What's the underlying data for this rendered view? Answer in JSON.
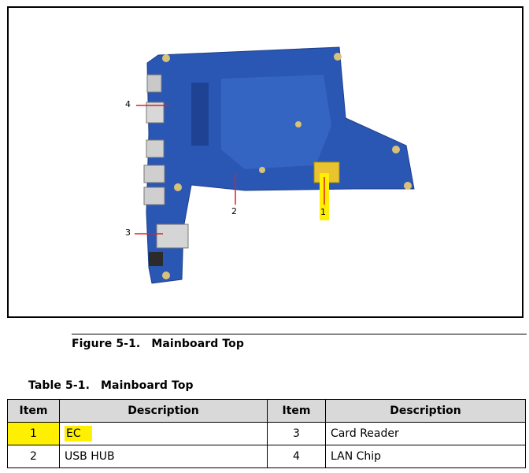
{
  "figure": {
    "callouts": [
      "1",
      "2",
      "3",
      "4"
    ],
    "caption_label": "Figure 5-1.",
    "caption_title": "Mainboard Top",
    "colors": {
      "board": "#2a57b4",
      "board_dark": "#1d3f8a",
      "callout_line": "#e0201c",
      "highlight": "#ffef00"
    }
  },
  "table": {
    "caption_label": "Table 5-1.",
    "caption_title": "Mainboard Top",
    "headers": [
      "Item",
      "Description",
      "Item",
      "Description"
    ],
    "rows": [
      [
        "1",
        "EC",
        "3",
        "Card Reader"
      ],
      [
        "2",
        "USB HUB",
        "4",
        "LAN Chip"
      ]
    ]
  }
}
